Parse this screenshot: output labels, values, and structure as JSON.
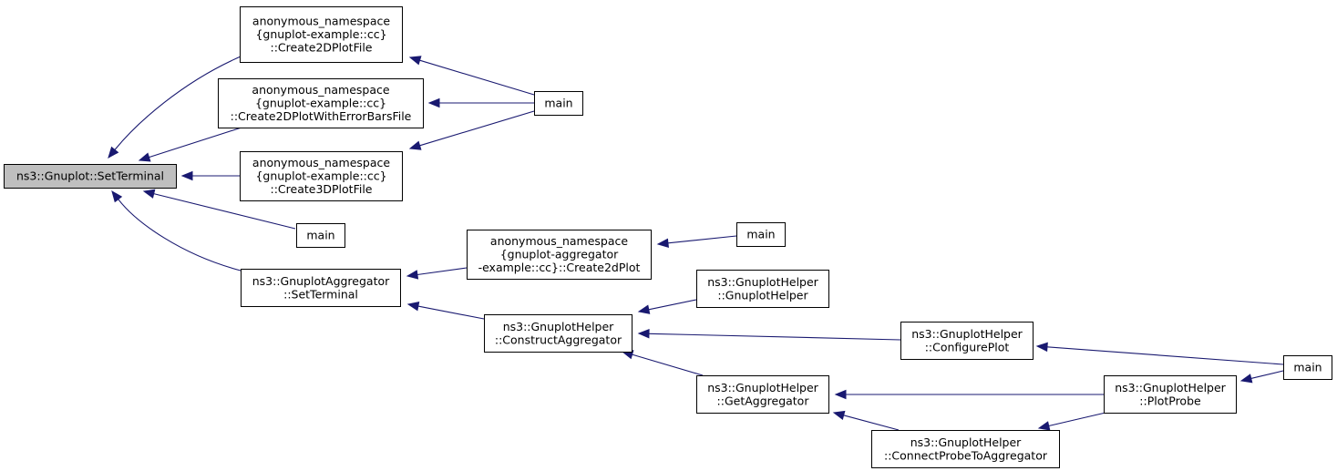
{
  "diagram": {
    "type": "call-graph",
    "colors": {
      "edge": "#191970",
      "root_fill": "#bfbfbf",
      "node_fill": "#ffffff",
      "border": "#000000"
    },
    "nodes": [
      {
        "id": "n0",
        "lines": [
          "ns3::Gnuplot::SetTerminal"
        ],
        "root": true
      },
      {
        "id": "n1",
        "lines": [
          "anonymous_namespace",
          "{gnuplot-example::cc}",
          "::Create2DPlotFile"
        ]
      },
      {
        "id": "n2",
        "lines": [
          "anonymous_namespace",
          "{gnuplot-example::cc}",
          "::Create2DPlotWithErrorBarsFile"
        ]
      },
      {
        "id": "n3",
        "lines": [
          "anonymous_namespace",
          "{gnuplot-example::cc}",
          "::Create3DPlotFile"
        ]
      },
      {
        "id": "n4",
        "lines": [
          "main"
        ]
      },
      {
        "id": "n5",
        "lines": [
          "main"
        ]
      },
      {
        "id": "n6",
        "lines": [
          "ns3::GnuplotAggregator",
          "::SetTerminal"
        ]
      },
      {
        "id": "n7",
        "lines": [
          "anonymous_namespace",
          "{gnuplot-aggregator",
          "-example::cc}::Create2dPlot"
        ]
      },
      {
        "id": "n8",
        "lines": [
          "main"
        ]
      },
      {
        "id": "n9",
        "lines": [
          "ns3::GnuplotHelper",
          "::ConstructAggregator"
        ]
      },
      {
        "id": "n10",
        "lines": [
          "ns3::GnuplotHelper",
          "::GnuplotHelper"
        ]
      },
      {
        "id": "n11",
        "lines": [
          "ns3::GnuplotHelper",
          "::ConfigurePlot"
        ]
      },
      {
        "id": "n12",
        "lines": [
          "ns3::GnuplotHelper",
          "::GetAggregator"
        ]
      },
      {
        "id": "n13",
        "lines": [
          "ns3::GnuplotHelper",
          "::PlotProbe"
        ]
      },
      {
        "id": "n14",
        "lines": [
          "ns3::GnuplotHelper",
          "::ConnectProbeToAggregator"
        ]
      },
      {
        "id": "n15",
        "lines": [
          "main"
        ]
      }
    ],
    "edges": [
      {
        "from": "n1",
        "to": "n0"
      },
      {
        "from": "n2",
        "to": "n0"
      },
      {
        "from": "n3",
        "to": "n0"
      },
      {
        "from": "n4",
        "to": "n0"
      },
      {
        "from": "n6",
        "to": "n0"
      },
      {
        "from": "n5",
        "to": "n1"
      },
      {
        "from": "n5",
        "to": "n2"
      },
      {
        "from": "n5",
        "to": "n3"
      },
      {
        "from": "n7",
        "to": "n6"
      },
      {
        "from": "n9",
        "to": "n6"
      },
      {
        "from": "n8",
        "to": "n7"
      },
      {
        "from": "n10",
        "to": "n9"
      },
      {
        "from": "n11",
        "to": "n9"
      },
      {
        "from": "n12",
        "to": "n9"
      },
      {
        "from": "n13",
        "to": "n12"
      },
      {
        "from": "n14",
        "to": "n12"
      },
      {
        "from": "n13",
        "to": "n14"
      },
      {
        "from": "n15",
        "to": "n11"
      },
      {
        "from": "n15",
        "to": "n13"
      }
    ]
  }
}
